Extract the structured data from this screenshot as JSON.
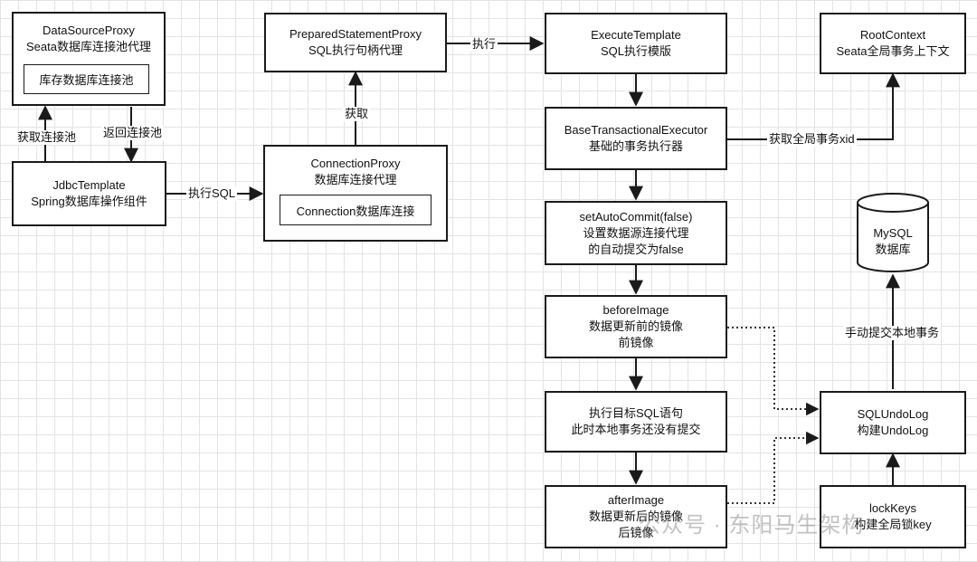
{
  "nodes": {
    "datasource_proxy": {
      "line1": "DataSourceProxy",
      "line2": "Seata数据库连接池代理",
      "inner": "库存数据库连接池"
    },
    "jdbc_template": {
      "line1": "JdbcTemplate",
      "line2": "Spring数据库操作组件"
    },
    "connection_proxy": {
      "line1": "ConnectionProxy",
      "line2": "数据库连接代理",
      "inner": "Connection数据库连接"
    },
    "prepared_statement_proxy": {
      "line1": "PreparedStatementProxy",
      "line2": "SQL执行句柄代理"
    },
    "execute_template": {
      "line1": "ExecuteTemplate",
      "line2": "SQL执行模版"
    },
    "root_context": {
      "line1": "RootContext",
      "line2": "Seata全局事务上下文"
    },
    "base_executor": {
      "line1": "BaseTransactionalExecutor",
      "line2": "基础的事务执行器"
    },
    "set_auto_commit": {
      "line1": "setAutoCommit(false)",
      "line2": "设置数据源连接代理",
      "line3": "的自动提交为false"
    },
    "before_image": {
      "line1": "beforeImage",
      "line2": "数据更新前的镜像",
      "line3": "前镜像"
    },
    "execute_sql": {
      "line1": "执行目标SQL语句",
      "line2": "此时本地事务还没有提交"
    },
    "after_image": {
      "line1": "afterImage",
      "line2": "数据更新后的镜像",
      "line3": "后镜像"
    },
    "mysql": {
      "line1": "MySQL",
      "line2": "数据库"
    },
    "sql_undo_log": {
      "line1": "SQLUndoLog",
      "line2": "构建UndoLog"
    },
    "lock_keys": {
      "line1": "lockKeys",
      "line2": "构建全局锁key"
    }
  },
  "edge_labels": {
    "get_pool": "获取连接池",
    "return_pool": "返回连接池",
    "exec_sql": "执行SQL",
    "acquire": "获取",
    "execute": "执行",
    "get_xid": "获取全局事务xid",
    "manual_commit": "手动提交本地事务"
  },
  "watermark": "公众号 · 东阳马生架构"
}
